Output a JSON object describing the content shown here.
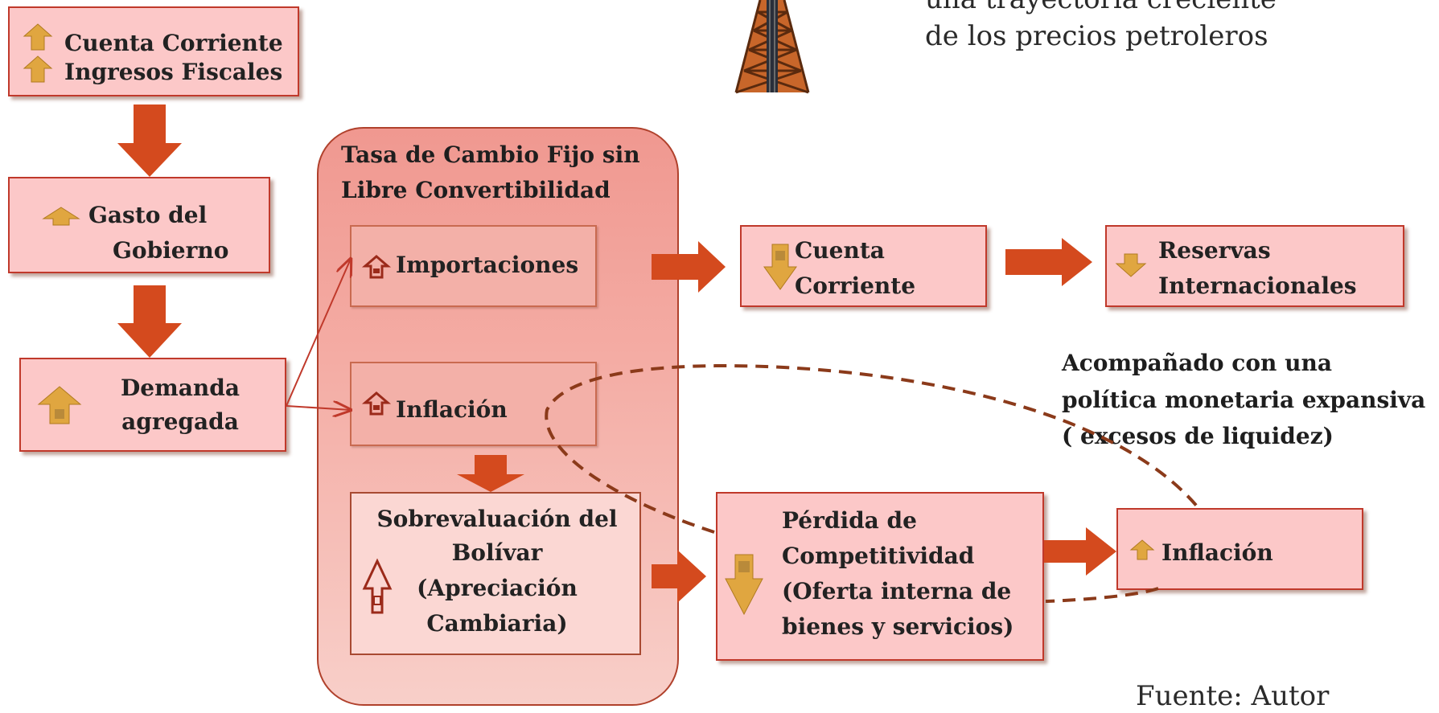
{
  "colors": {
    "box_fill": "#fcc8c8",
    "box_border": "#c0392b",
    "arrow": "#d44a1e",
    "panel": "#f3a69e",
    "dashed": "#8b3a1a",
    "icon_gold": "#e0a640"
  },
  "texts": {
    "cuenta_corriente_1": "Cuenta Corriente",
    "ingresos_fiscales": "Ingresos Fiscales",
    "gasto_line1": "Gasto del",
    "gasto_line2": "Gobierno",
    "demanda_line1": "Demanda",
    "demanda_line2": "agregada",
    "tasa_line1": "Tasa de Cambio Fijo sin",
    "tasa_line2": "Libre Convertibilidad",
    "importaciones": "Importaciones",
    "inflacion_inner": "Inflación",
    "sobre_line1": "Sobrevaluación del",
    "sobre_line2": "Bolívar",
    "sobre_line3": "(Apreciación",
    "sobre_line4": "Cambiaria)",
    "cuenta_line1": "Cuenta",
    "cuenta_line2": "Corriente",
    "reservas_line1": "Reservas",
    "reservas_line2": "Internacionales",
    "perdida_line1": "Pérdida de",
    "perdida_line2": "Competitividad",
    "perdida_line3": "(Oferta interna de",
    "perdida_line4": "bienes y servicios)",
    "inflacion_right": "Inflación",
    "acomp_line1": "Acompañado con una",
    "acomp_line2": "política monetaria expansiva",
    "acomp_line3": "( excesos de liquidez)",
    "trayectoria_line1": "una trayectoria creciente",
    "trayectoria_line2": "de los precios petroleros",
    "footer": "Fuente: Autor"
  }
}
